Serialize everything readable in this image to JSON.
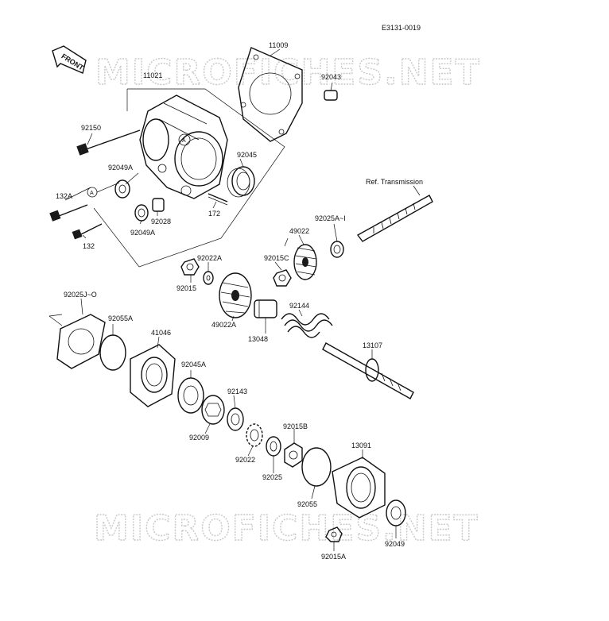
{
  "doc_code": "E3131-0019",
  "front_badge": "FRONT",
  "watermark_top": "MICROFICHES.NET",
  "watermark_bottom": "MICROFICHES.NET",
  "ref_note": "Ref. Transmission",
  "circle_marker": "A",
  "labels": {
    "p11009": "11009",
    "p11021": "11021",
    "p92043": "92043",
    "p92150": "92150",
    "p92045": "92045",
    "p92049A_1": "92049A",
    "p132A": "132A",
    "p92028": "92028",
    "p172": "172",
    "p92049A_2": "92049A",
    "p132": "132",
    "p92025AI": "92025A~I",
    "p49022": "49022",
    "p92022A": "92022A",
    "p92015C": "92015C",
    "p92015": "92015",
    "p49022A": "49022A",
    "p92144": "92144",
    "p13048": "13048",
    "p92025JO": "92025J~O",
    "p92055A": "92055A",
    "p41046": "41046",
    "p13107": "13107",
    "p92045A": "92045A",
    "p92143": "92143",
    "p92009": "92009",
    "p92015B": "92015B",
    "p92022": "92022",
    "p92025": "92025",
    "p13091": "13091",
    "p92055": "92055",
    "p92049": "92049",
    "p92015A": "92015A"
  }
}
